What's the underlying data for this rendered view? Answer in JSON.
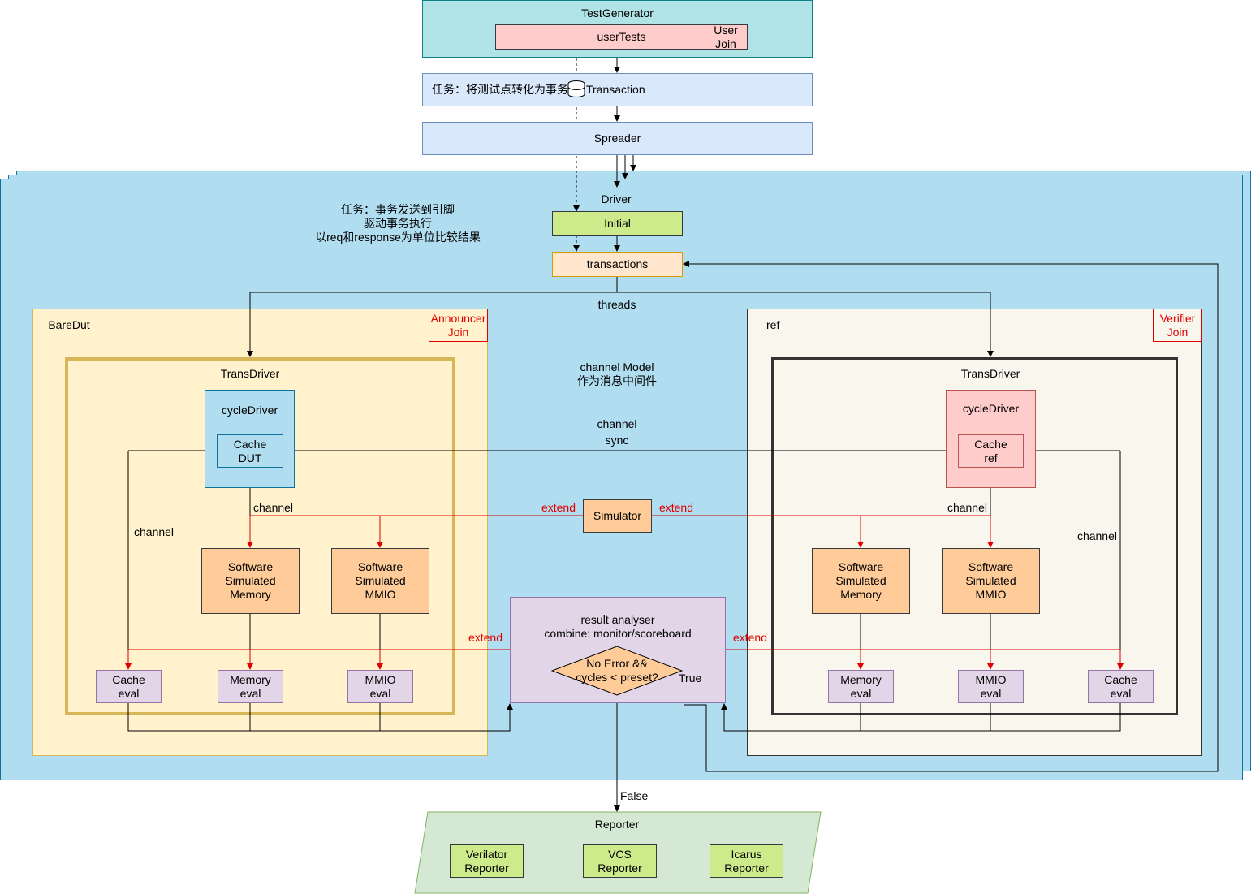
{
  "test_generator": {
    "title": "TestGenerator",
    "user_tests": "userTests",
    "user_join": "User\nJoin"
  },
  "transaction_row": {
    "task": "任务：将测试点转化为事务",
    "transaction": "Transaction"
  },
  "spreader": {
    "label": "Spreader"
  },
  "driver": {
    "title": "Driver",
    "task": "任务：事务发送到引脚\n驱动事务执行\n以req和response为单位比较结果",
    "initial": "Initial",
    "transactions": "transactions",
    "threads": "threads",
    "channel_model": "channel Model\n作为消息中间件",
    "channel_sync": "channel\nsync",
    "simulator": "Simulator",
    "extend": "extend"
  },
  "bare_dut": {
    "title": "BareDut",
    "announcer": "Announcer\nJoin",
    "trans_driver": "TransDriver",
    "cycle_driver": "cycleDriver",
    "cache": "Cache\nDUT",
    "channel": "channel",
    "sw_memory": "Software\nSimulated\nMemory",
    "sw_mmio": "Software\nSimulated\nMMIO",
    "cache_eval": "Cache\neval",
    "memory_eval": "Memory\neval",
    "mmio_eval": "MMIO\neval"
  },
  "ref": {
    "title": "ref",
    "verifier": "Verifier\nJoin",
    "trans_driver": "TransDriver",
    "cycle_driver": "cycleDriver",
    "cache": "Cache\nref",
    "channel": "channel",
    "sw_memory": "Software\nSimulated\nMemory",
    "sw_mmio": "Software\nSimulated\nMMIO",
    "memory_eval": "Memory\neval",
    "mmio_eval": "MMIO\neval",
    "cache_eval": "Cache\neval"
  },
  "result_analyser": {
    "title": "result analyser\ncombine: monitor/scoreboard",
    "decision": "No Error &&\ncycles < preset?",
    "true_label": "True",
    "false_label": "False"
  },
  "reporter": {
    "title": "Reporter",
    "verilator": "Verilator\nReporter",
    "vcs": "VCS\nReporter",
    "icarus": "Icarus\nReporter"
  },
  "colors": {
    "driver_bg": "#b1ddf0",
    "driver_border": "#10739e",
    "dut_bg": "#fff2cc",
    "dut_border": "#d6b656",
    "ref_bg": "#f9f7ed",
    "ref_border": "#333333",
    "orange": "#ffcc99",
    "purple": "#e1d5e7",
    "green": "#cdeb8b",
    "blue_light": "#dae8fc",
    "pink": "#ffcccc",
    "teal": "#b0e3e6",
    "red_line": "#e00000"
  }
}
